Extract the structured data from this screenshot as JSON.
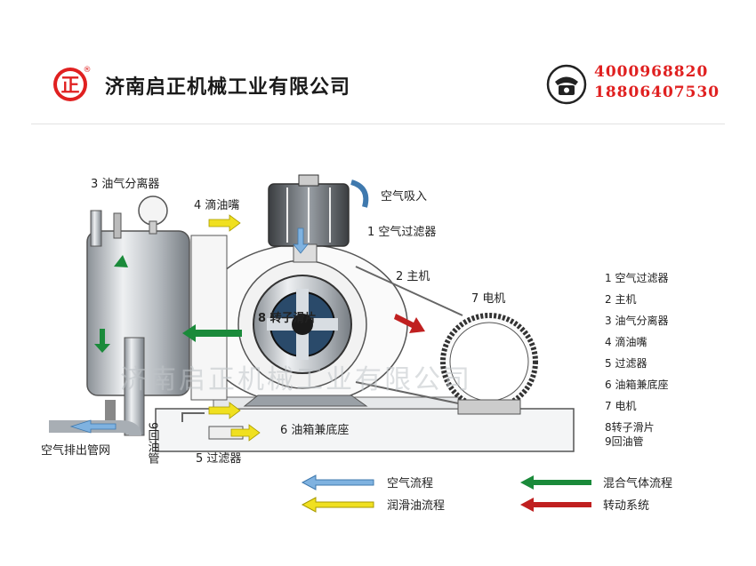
{
  "header": {
    "logo_glyph": "正",
    "logo_mark": "®",
    "company": "济南启正机械工业有限公司",
    "phones": [
      "4000968820",
      "18806407530"
    ],
    "phone_icon": "telephone-icon",
    "brand_color": "#e02020"
  },
  "diagram": {
    "labels": {
      "separator": "3 油气分离器",
      "drip": "4 滴油嘴",
      "air_in": "空气吸入",
      "air_filter": "1 空气过滤器",
      "main": "2 主机",
      "motor": "7 电机",
      "rotor": "8 转子滑片",
      "return_pipe": "9回油管",
      "tank": "6 油箱兼底座",
      "filter": "5 过滤器",
      "exhaust": "空气排出管网"
    },
    "watermark": "济南启正机械工业有限公司",
    "legend_list": [
      "1 空气过滤器",
      "2 主机",
      "3 油气分离器",
      "4 滴油嘴",
      "5 过滤器",
      "6 油箱兼底座",
      "7 电机",
      "8转子滑片",
      "9回油管"
    ],
    "flow_legend": [
      {
        "label": "空气流程",
        "color": "#7fb2e0"
      },
      {
        "label": "润滑油流程",
        "color": "#f0e020"
      },
      {
        "label": "混合气体流程",
        "color": "#1a8a3a"
      },
      {
        "label": "转动系统",
        "color": "#c02020"
      }
    ]
  }
}
